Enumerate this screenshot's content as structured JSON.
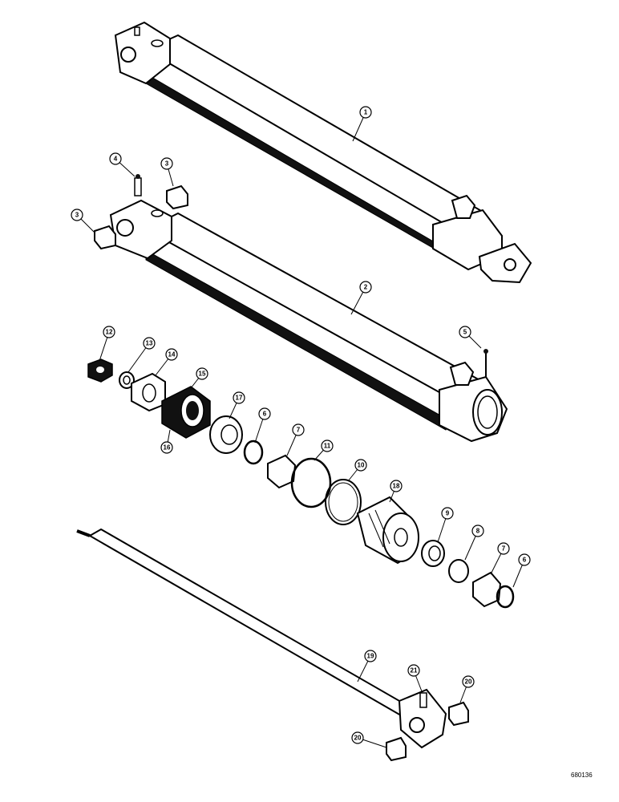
{
  "callouts": [
    {
      "id": "callout-1",
      "label": "1"
    },
    {
      "id": "callout-2",
      "label": "2"
    },
    {
      "id": "callout-3a",
      "label": "3"
    },
    {
      "id": "callout-3b",
      "label": "3"
    },
    {
      "id": "callout-4",
      "label": "4"
    },
    {
      "id": "callout-5",
      "label": "5"
    },
    {
      "id": "callout-6a",
      "label": "6"
    },
    {
      "id": "callout-6b",
      "label": "6"
    },
    {
      "id": "callout-7a",
      "label": "7"
    },
    {
      "id": "callout-7b",
      "label": "7"
    },
    {
      "id": "callout-8",
      "label": "8"
    },
    {
      "id": "callout-9",
      "label": "9"
    },
    {
      "id": "callout-10",
      "label": "10"
    },
    {
      "id": "callout-11",
      "label": "11"
    },
    {
      "id": "callout-12",
      "label": "12"
    },
    {
      "id": "callout-13",
      "label": "13"
    },
    {
      "id": "callout-14",
      "label": "14"
    },
    {
      "id": "callout-15",
      "label": "15"
    },
    {
      "id": "callout-16",
      "label": "16"
    },
    {
      "id": "callout-17",
      "label": "17"
    },
    {
      "id": "callout-18",
      "label": "18"
    },
    {
      "id": "callout-19",
      "label": "19"
    },
    {
      "id": "callout-20a",
      "label": "20"
    },
    {
      "id": "callout-20b",
      "label": "20"
    },
    {
      "id": "callout-21",
      "label": "21"
    }
  ],
  "figure_code": "680136"
}
